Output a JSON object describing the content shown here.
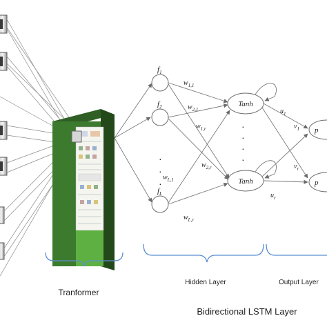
{
  "nodes": {
    "inputs": [
      "f",
      "f",
      "f"
    ],
    "input_subscripts": [
      "1",
      "2",
      "L"
    ],
    "tanh_label": "Tanh",
    "output_partial": "p"
  },
  "weights": {
    "w11": {
      "base": "w",
      "sub": "1,1"
    },
    "w21": {
      "base": "w",
      "sub": "2,1"
    },
    "w1r": {
      "base": "w",
      "sub": "1,r"
    },
    "w2r": {
      "base": "w",
      "sub": "2,r"
    },
    "wL1": {
      "base": "w",
      "sub": "L,1"
    },
    "wLr": {
      "base": "w",
      "sub": "L,r"
    },
    "u1": {
      "base": "u",
      "sub": "1"
    },
    "ur": {
      "base": "u",
      "sub": "r"
    },
    "v1": {
      "base": "v",
      "sub": "1"
    },
    "vr": {
      "base": "v",
      "sub": "r"
    }
  },
  "ellipsis_dots": "·",
  "captions": {
    "transformer": "Tranformer",
    "hidden_layer": "Hidden Layer",
    "output_layer": "Output Layer",
    "bilstm": "Bidirectional LSTM Layer"
  },
  "colors": {
    "block_front": "#3c7a2e",
    "block_side": "#23491b",
    "block_top": "#2f5f24",
    "line": "#7a7a7a",
    "brace": "#5b8fd0"
  }
}
